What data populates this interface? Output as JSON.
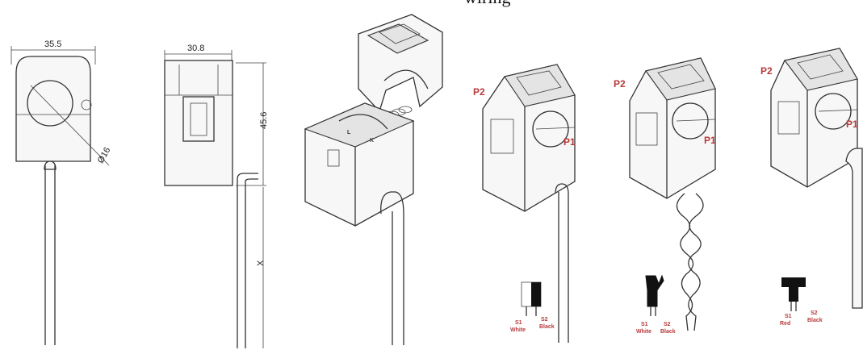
{
  "caption": "wiring",
  "dimensions": {
    "width_front": "35.5",
    "width_side": "30.8",
    "height": "45.6",
    "hole_diameter": "Ø16",
    "cable_length": "X"
  },
  "terminals": {
    "p1": "P1",
    "p2": "P2"
  },
  "variants": [
    {
      "s1": "S1",
      "s2": "S2",
      "s1_color": "White",
      "s2_color": "Black"
    },
    {
      "s1": "S1",
      "s2": "S2",
      "s1_color": "White",
      "s2_color": "Black"
    },
    {
      "s1": "S1",
      "s2": "S2",
      "s1_color": "Red",
      "s2_color": "Black"
    }
  ]
}
